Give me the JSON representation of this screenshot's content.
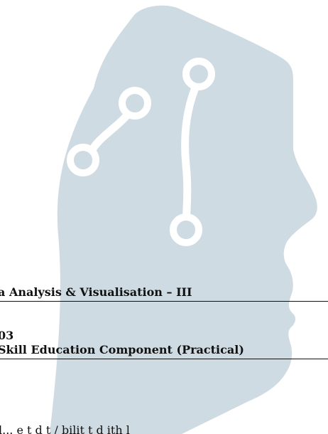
{
  "colors": {
    "watermark": "#cfdbe2",
    "text": "#111111"
  },
  "icons": {
    "watermark": "head-circuit-icon"
  },
  "heading": {
    "title": "a Analysis & Visualisation – III",
    "code": "03",
    "component": "Skill Education Component (Practical)"
  },
  "body": {
    "line": "l... e    t  d  t /  bilit  t   d  ith l"
  }
}
